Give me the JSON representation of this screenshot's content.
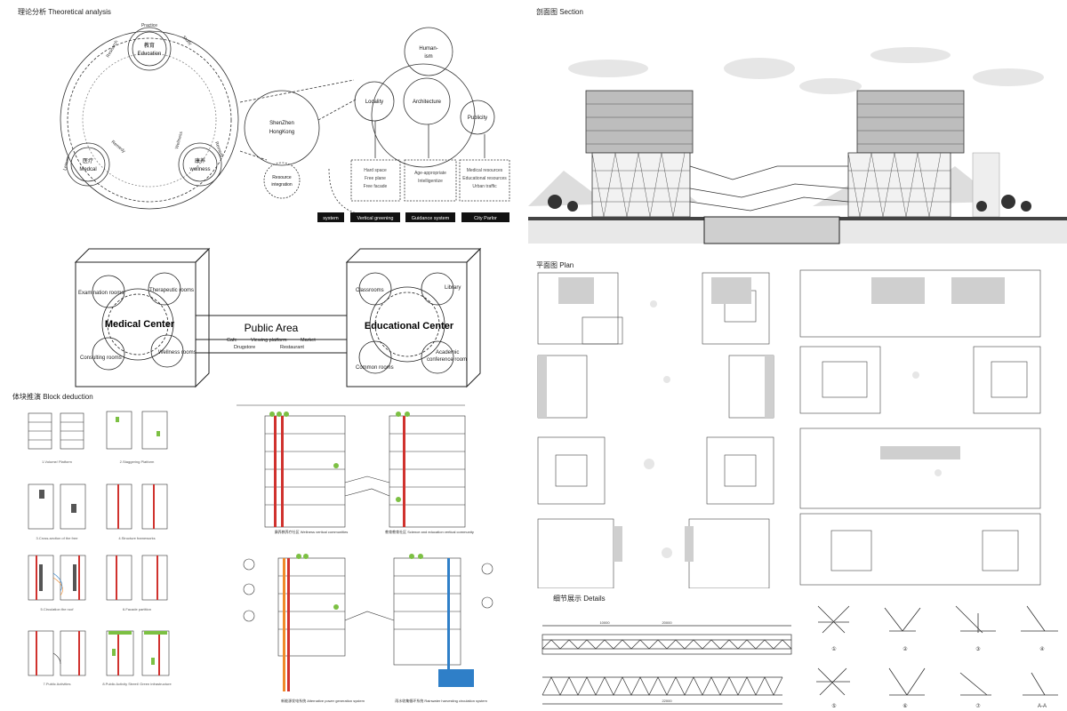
{
  "titles": {
    "theory": "理论分析  Theoretical analysis",
    "section": "剖面图  Section",
    "plan": "平面图  Plan",
    "block": "体块推演  Block deduction",
    "details": "细节展示  Details"
  },
  "theory": {
    "education": [
      "教育",
      "Education"
    ],
    "medical": [
      "医疗",
      "Medcal"
    ],
    "wellness": [
      "康养",
      "wellness"
    ],
    "ring_words": [
      "Research",
      "Practice",
      "Study",
      "Remedy",
      "Wellness",
      "Leisure",
      "Remedy"
    ],
    "city": [
      "ShenZhen",
      "HongKong"
    ],
    "resource": [
      "Resource",
      "integration"
    ],
    "humanism": [
      "Human-",
      "ism"
    ],
    "locality": "Locality",
    "architecture": "Architecture",
    "publicity": "Publicity",
    "box1": [
      "Hard space",
      "Free plane",
      "Free facade"
    ],
    "box2": [
      "Age-appropriate",
      "Intelligentize"
    ],
    "box3": [
      "Medical resources",
      "Educational resources",
      "Urban traffic"
    ],
    "tags": [
      "system",
      "Vertical greening",
      "Guidance system",
      "City Parlor"
    ]
  },
  "center": {
    "medical_title": "Medical Center",
    "medical_rooms": [
      "Examination rooms",
      "Therapeutic rooms",
      "Consulting rooms",
      "Wellness rooms"
    ],
    "public_title": "Public Area",
    "public_items": [
      "Cafe",
      "Viewing platform",
      "Market",
      "Drugstore",
      "Restaurant"
    ],
    "edu_title": "Educational Center",
    "edu_rooms": [
      "Classrooms",
      "Library",
      "Common rooms",
      "Academic",
      "conference room"
    ]
  },
  "block_captions": [
    "1.Volume/ Platform",
    "2.Staggering Platform",
    "3.Cross-section of the free",
    "4.Structure frameworks",
    "5.Circulation the roof",
    "6.Facade partition",
    "7.Public Activities",
    "8.Public Activity Street/ Green infrastructure"
  ],
  "analysis1": {
    "left_caption": "康养教养疗社区 Wellness vertical communities",
    "right_caption": "教育教育社区 Science and education vertical community"
  },
  "analysis2": {
    "left_caption": "新能源发电系统 Alternative power generation system",
    "right_caption": "雨水收集循环系统 Rainwater harvesting circulation system"
  },
  "details_dims": [
    "20000",
    "22000",
    "10000"
  ],
  "detail_nums": [
    "①",
    "②",
    "③",
    "④",
    "⑤",
    "⑥",
    "⑦",
    "A-A"
  ],
  "colors": {
    "red": "#d0322e",
    "orange": "#f08a2a",
    "green": "#7cc043",
    "blue": "#2f7fc8",
    "line": "#333333"
  }
}
